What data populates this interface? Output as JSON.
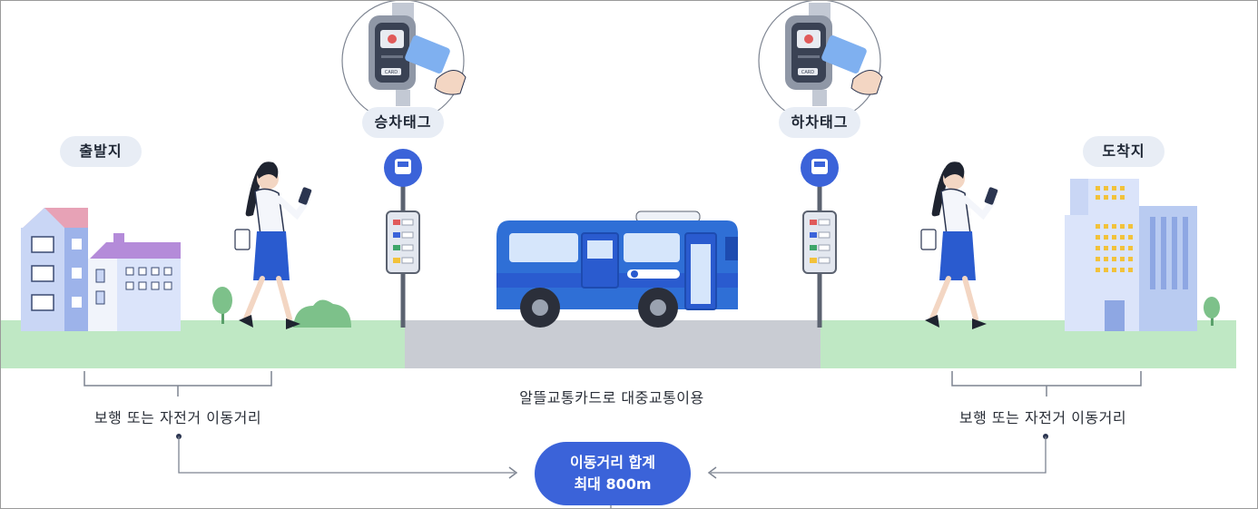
{
  "labels": {
    "origin": "출발지",
    "destination": "도착지",
    "board_tag": "승차태그",
    "alight_tag": "하차태그",
    "transit_caption": "알뜰교통카드로 대중교통이용",
    "walk_caption_left": "보행 또는 자전거 이동거리",
    "walk_caption_right": "보행 또는 자전거 이동거리",
    "total_line1": "이동거리 합계",
    "total_line2": "최대 800m",
    "card_reader_text": "CARD"
  },
  "colors": {
    "ground_green": "#bfe8c4",
    "road_gray": "#c9ccd3",
    "bus_blue": "#2f6fd6",
    "accent_blue": "#3b63d9",
    "pill_bg": "#e8edf5",
    "line_gray": "#7d8491"
  },
  "icons": [
    "bus-stop-icon",
    "card-reader-icon",
    "transit-card-icon",
    "walking-woman-icon",
    "house-icon",
    "office-building-icon",
    "tree-icon",
    "bush-icon",
    "arrow-right-icon",
    "arrow-left-icon"
  ]
}
